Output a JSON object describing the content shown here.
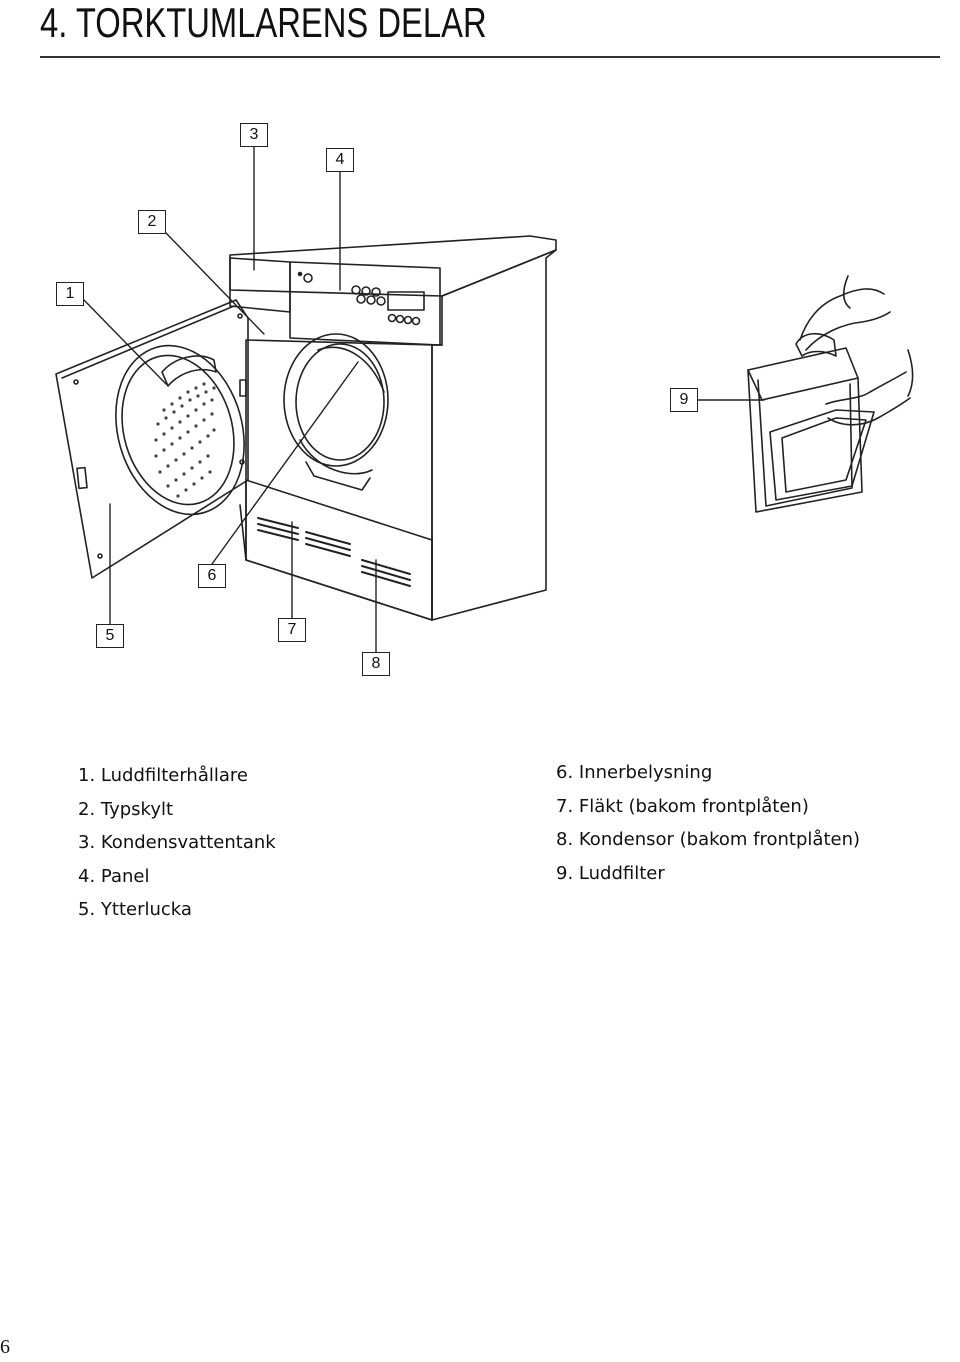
{
  "header": {
    "title": "4. TORKTUMLARENS DELAR"
  },
  "figure": {
    "callouts": [
      "1",
      "2",
      "3",
      "4",
      "5",
      "6",
      "7",
      "8",
      "9"
    ]
  },
  "legend": {
    "left": [
      "1. Luddfilterhållare",
      "2. Typskylt",
      "3. Kondensvattentank",
      "4. Panel",
      "5. Ytterlucka"
    ],
    "right": [
      "6. Innerbelysning",
      "7. Fläkt (bakom frontplåten)",
      "8. Kondensor (bakom frontplåten)",
      "9. Luddfilter"
    ]
  },
  "footer": {
    "page_number": "6"
  }
}
